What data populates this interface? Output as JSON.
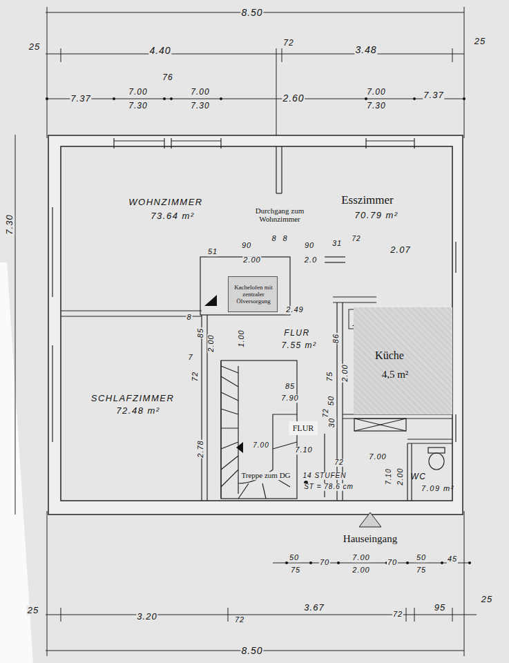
{
  "diagram": {
    "nodes": [
      {
        "text": [
          "WOHNZIMMER",
          "73.64 m²"
        ]
      },
      {
        "text": [
          "Esszimmer",
          "70.79 m²"
        ]
      },
      {
        "text": [
          "Kachelofen mit zentraler Ölversorgung"
        ]
      },
      {
        "text": [
          "FLUR",
          "7.55 m²"
        ]
      },
      {
        "text": [
          "Küche",
          "4,5 m²"
        ]
      },
      {
        "text": [
          "SCHLAFZIMMER",
          "72.48 m²"
        ]
      },
      {
        "text": [
          "FLUR"
        ]
      },
      {
        "text": [
          "WC",
          "7.09 m²"
        ]
      }
    ],
    "labels": [
      "8.50",
      "25",
      "4.40",
      "72",
      "3.48",
      "25",
      "76",
      "7.37",
      "7.00",
      "7.30",
      "7.00",
      "7.30",
      "2.60",
      "7.00",
      "7.30",
      "7.37",
      "7.30",
      "Durchgang zum Wohnzimmer",
      "51",
      "90",
      "2.00",
      "8",
      "8",
      "90",
      "2.0",
      "31",
      "72",
      "2.07",
      "8",
      "85",
      "7",
      "72",
      "2.00",
      "1.00",
      "2.49",
      "86",
      "75",
      "2.00",
      "50",
      "30",
      "72",
      "85",
      "7.90",
      "7.00",
      "7.10",
      "72",
      "7.00",
      "7.10",
      "2.00",
      "2.78",
      "14 STUFEN",
      "ST = 78.6 cm",
      "Treppe zum DG",
      "Hauseingang",
      "50",
      "75",
      "70",
      "7.00",
      "2.00",
      "70",
      "50",
      "75",
      "45",
      "25",
      "3.20",
      "72",
      "3.67",
      "72",
      "95",
      "25",
      "8.50"
    ]
  }
}
